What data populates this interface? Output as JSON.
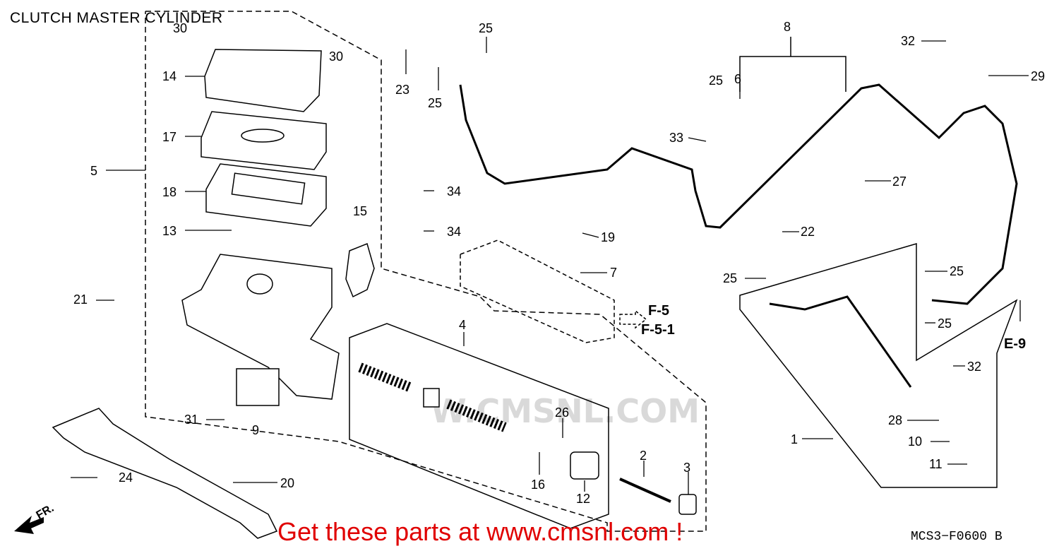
{
  "title": "CLUTCH MASTER CYLINDER",
  "footer_text": "Get these parts at www.cmsnl.com !",
  "diagram_code": "MCS3−F0600 B",
  "watermark": "W.CMSNL.COM",
  "references": [
    "F-5",
    "F-5-1",
    "E-9"
  ],
  "front_label": "FR.",
  "callouts": [
    "30",
    "30",
    "14",
    "17",
    "18",
    "13",
    "5",
    "21",
    "31",
    "9",
    "24",
    "20",
    "15",
    "34",
    "34",
    "23",
    "25",
    "25",
    "25",
    "4",
    "19",
    "7",
    "2",
    "3",
    "26",
    "16",
    "12",
    "8",
    "6",
    "33",
    "27",
    "32",
    "29",
    "22",
    "25",
    "25",
    "25",
    "32",
    "28",
    "10",
    "11",
    "1"
  ],
  "colors": {
    "line": "#000000",
    "footer": "#e00000",
    "watermark": "#d9d9d9"
  }
}
